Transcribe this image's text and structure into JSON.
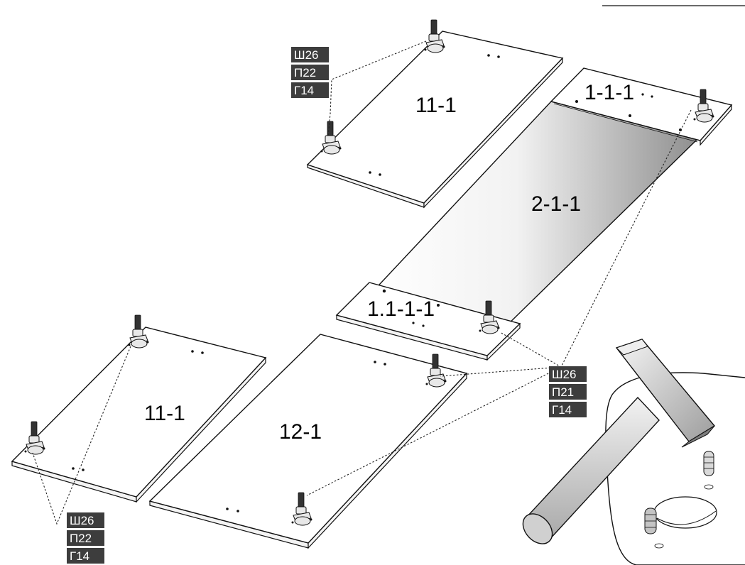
{
  "panels": {
    "top_door": "11-1",
    "top_shelf": "1-1-1",
    "mirror": "2-1-1",
    "bottom_shelf": "1.1-1-1",
    "left_door": "11-1",
    "right_door": "12-1"
  },
  "hardware_groups": {
    "top": [
      "Ш26",
      "П22",
      "Г14"
    ],
    "middle": [
      "Ш26",
      "П21",
      "Г14"
    ],
    "bottom": [
      "Ш26",
      "П22",
      "Г14"
    ]
  },
  "colors": {
    "code_background": "#3d3d3d",
    "code_text": "#ffffff",
    "mirror_dark": "#9a9a9a",
    "mirror_light": "#ffffff"
  },
  "icons": [
    "hinge-icon",
    "hammer-icon",
    "dowel-icon"
  ]
}
